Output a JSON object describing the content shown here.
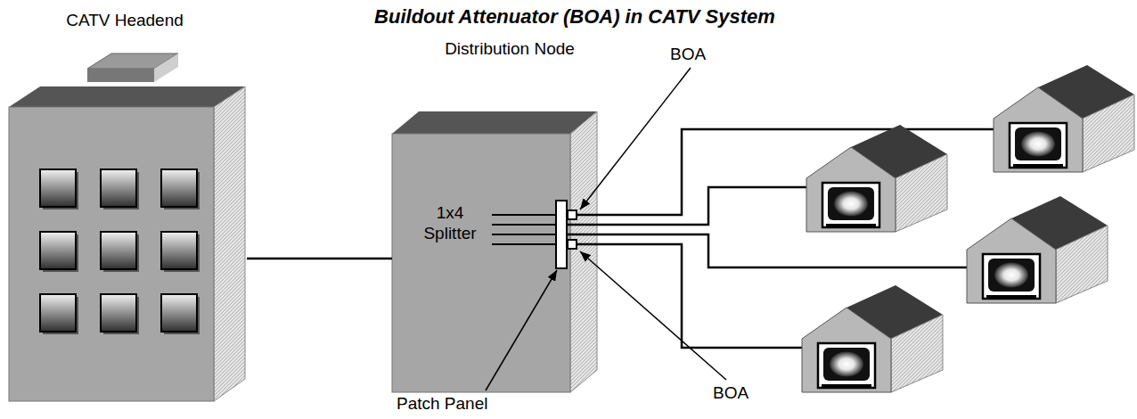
{
  "diagram": {
    "title": "Buildout Attenuator (BOA) in CATV System",
    "nodes": [
      {
        "text": [
          "CATV Headend"
        ]
      },
      {
        "text": [
          "Distribution Node",
          "1x4 Splitter"
        ]
      }
    ],
    "edges": [
      {
        "from": 0,
        "to": 1,
        "arrow": "none"
      }
    ],
    "labels": [
      "BOA",
      "BOA",
      "Patch Panel"
    ]
  }
}
